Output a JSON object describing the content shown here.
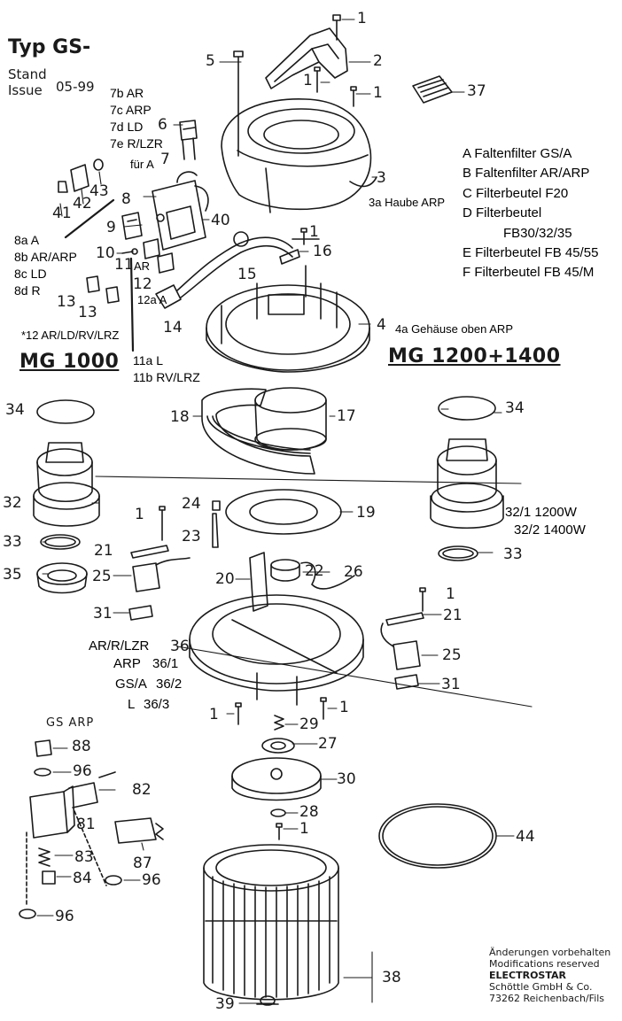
{
  "header": {
    "type_label": "Typ GS-",
    "stand": "Stand",
    "issue": "Issue",
    "date": "05-99"
  },
  "models": {
    "left": "MG 1000",
    "right": "MG 1200+1400"
  },
  "legend": [
    "A Faltenfilter GS/A",
    "B Faltenfilter AR/ARP",
    "C Filterbeutel F20",
    "D Filterbeutel",
    "FB30/32/35",
    "E Filterbeutel FB 45/55",
    "F Filterbeutel FB 45/M"
  ],
  "variants": {
    "v7b": "7b AR",
    "v7c": "7c ARP",
    "v7d": "7d LD",
    "v7e": "7e R/LZR",
    "fuer_a": "für A",
    "v8a": "8a A",
    "v8b": "8b AR/ARP",
    "v8c": "8c LD",
    "v8d": "8d R",
    "v12_note": "*12 AR/LD/RV/LRZ",
    "v11a": "11a L",
    "v11b": "11b RV/LRZ",
    "v12a": "12a A",
    "v11_ar": "AR",
    "v3a": "3a Haube ARP",
    "v4a": "4a Gehäuse oben ARP",
    "v32_1": "32/1 1200W",
    "v32_2": "32/2 1400W",
    "v36_a": "AR/R/LZR",
    "v36_b": "ARP",
    "v36_c": "GS/A",
    "v36_d": "L",
    "v36_1": "36/1",
    "v36_2": "36/2",
    "v36_3": "36/3",
    "gs_arp": "GS  ARP"
  },
  "footer": {
    "line1": "Änderungen vorbehalten",
    "line2": "Modifications reserved",
    "line3": "ELECTROSTAR",
    "line4": "Schöttle GmbH & Co.",
    "line5": "73262 Reichenbach/Fils"
  },
  "parts": {
    "p1a": "1",
    "p1b": "1",
    "p1c": "1",
    "p1d": "1",
    "p1e": "1",
    "p1f": "1",
    "p1g": "1",
    "p1h": "1",
    "p1i": "1",
    "p2": "2",
    "p3": "3",
    "p4": "4",
    "p5": "5",
    "p6": "6",
    "p7": "7",
    "p8": "8",
    "p9": "9",
    "p10": "10",
    "p11": "11",
    "p12": "12",
    "p13a": "13",
    "p13b": "13",
    "p14": "14",
    "p15": "15",
    "p16": "16",
    "p17": "17",
    "p18": "18",
    "p19": "19",
    "p20": "20",
    "p21a": "21",
    "p21b": "21",
    "p22": "22",
    "p23": "23",
    "p24": "24",
    "p25a": "25",
    "p25b": "25",
    "p26": "26",
    "p27": "27",
    "p28": "28",
    "p29": "29",
    "p30": "30",
    "p31a": "31",
    "p31b": "31",
    "p32": "32",
    "p33a": "33",
    "p33b": "33",
    "p34a": "34",
    "p34b": "34",
    "p35": "35",
    "p36": "36",
    "p37": "37",
    "p38": "38",
    "p39": "39",
    "p40": "40",
    "p41": "41",
    "p42": "42",
    "p43": "43",
    "p44": "44",
    "p81": "81",
    "p82": "82",
    "p83": "83",
    "p84": "84",
    "p87": "87",
    "p88": "88",
    "p96a": "96",
    "p96b": "96",
    "p96c": "96"
  }
}
